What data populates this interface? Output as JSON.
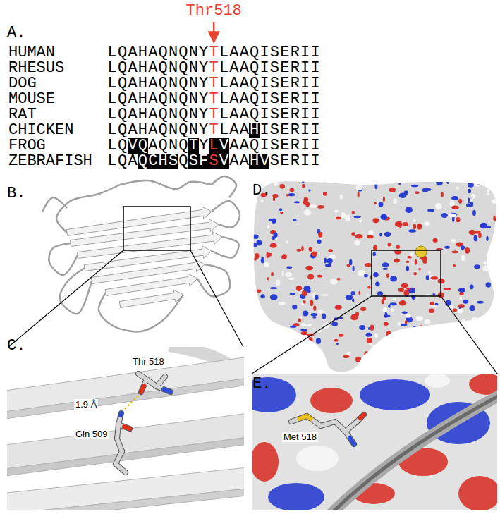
{
  "diagram": {
    "labels": [
      "Thr518",
      "A.",
      "HUMAN",
      "RHESUS",
      "DOG",
      "MOUSE",
      "RAT",
      "CHICKEN",
      "FROG",
      "ZEBRAFISH",
      "LQAHAQNQNYTLAAQISERII",
      "LQAHAQNQNYTLAAQISERII",
      "LQAHAQNQNYTLAAQISERII",
      "LQAHAQNQNYTLAAQISERII",
      "LQAHAQNQNYTLAAQISERII",
      "LQAHAQNQNYTLAAHISERII",
      "LQVQAQNQTYLVAAQISERII",
      "LQAQCHSQSFSVAAHVSERII",
      "B.",
      "C.",
      "D.",
      "E.",
      "Thr 518",
      "1.9 Å",
      "Gln 509",
      "Met 518"
    ]
  }
}
